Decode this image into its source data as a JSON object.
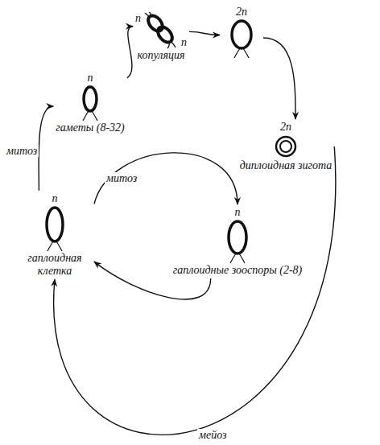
{
  "diagram": {
    "nodes": [
      {
        "text": [
          "n",
          "гаплоидная клетка"
        ]
      },
      {
        "text": [
          "n",
          "гаметы (8-32)"
        ]
      },
      {
        "text": [
          "n",
          "n",
          "копуляция"
        ]
      },
      {
        "text": [
          "2n"
        ]
      },
      {
        "text": [
          "2n",
          "диплоидная зигота"
        ]
      },
      {
        "text": [
          "n",
          "гаплоидные зооспоры (2-8)"
        ]
      }
    ],
    "edges": [
      {
        "from": 0,
        "to": 1,
        "label": "митоз",
        "arrow": "to"
      },
      {
        "from": 1,
        "to": 2,
        "arrow": "to"
      },
      {
        "from": 2,
        "to": 3,
        "arrow": "to"
      },
      {
        "from": 3,
        "to": 4,
        "arrow": "to"
      },
      {
        "from": 4,
        "to": 0,
        "label": "мейоз",
        "arrow": "to"
      },
      {
        "from": 0,
        "to": 5,
        "label": "митоз",
        "arrow": "to"
      },
      {
        "from": 5,
        "to": 0,
        "arrow": "to"
      }
    ]
  }
}
